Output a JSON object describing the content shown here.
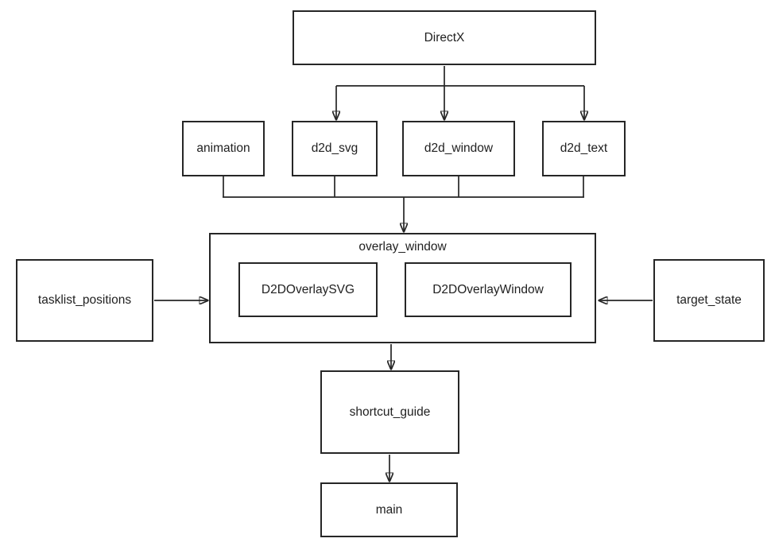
{
  "diagram": {
    "title": "shortcut guide module dependency diagram",
    "colors": {
      "background": "#ffffff",
      "line": "#262626",
      "text": "#212121",
      "node_fill": "#ffffff"
    },
    "nodes": {
      "directx": {
        "label": "DirectX"
      },
      "animation": {
        "label": "animation"
      },
      "d2d_svg": {
        "label": "d2d_svg"
      },
      "d2d_window": {
        "label": "d2d_window"
      },
      "d2d_text": {
        "label": "d2d_text"
      },
      "overlay_window": {
        "label": "overlay_window"
      },
      "d2d_overlay_svg": {
        "label": "D2DOverlaySVG"
      },
      "d2d_overlay_window": {
        "label": "D2DOverlayWindow"
      },
      "tasklist_positions": {
        "label": "tasklist_positions"
      },
      "target_state": {
        "label": "target_state"
      },
      "shortcut_guide": {
        "label": "shortcut_guide"
      },
      "main": {
        "label": "main"
      }
    },
    "edges": [
      {
        "from": "DirectX",
        "to": "d2d_svg"
      },
      {
        "from": "DirectX",
        "to": "d2d_window"
      },
      {
        "from": "DirectX",
        "to": "d2d_text"
      },
      {
        "from": "animation",
        "to": "overlay_window"
      },
      {
        "from": "d2d_svg",
        "to": "overlay_window"
      },
      {
        "from": "d2d_window",
        "to": "overlay_window"
      },
      {
        "from": "d2d_text",
        "to": "overlay_window"
      },
      {
        "from": "tasklist_positions",
        "to": "overlay_window"
      },
      {
        "from": "target_state",
        "to": "overlay_window"
      },
      {
        "from": "overlay_window",
        "to": "shortcut_guide"
      },
      {
        "from": "shortcut_guide",
        "to": "main"
      }
    ]
  }
}
